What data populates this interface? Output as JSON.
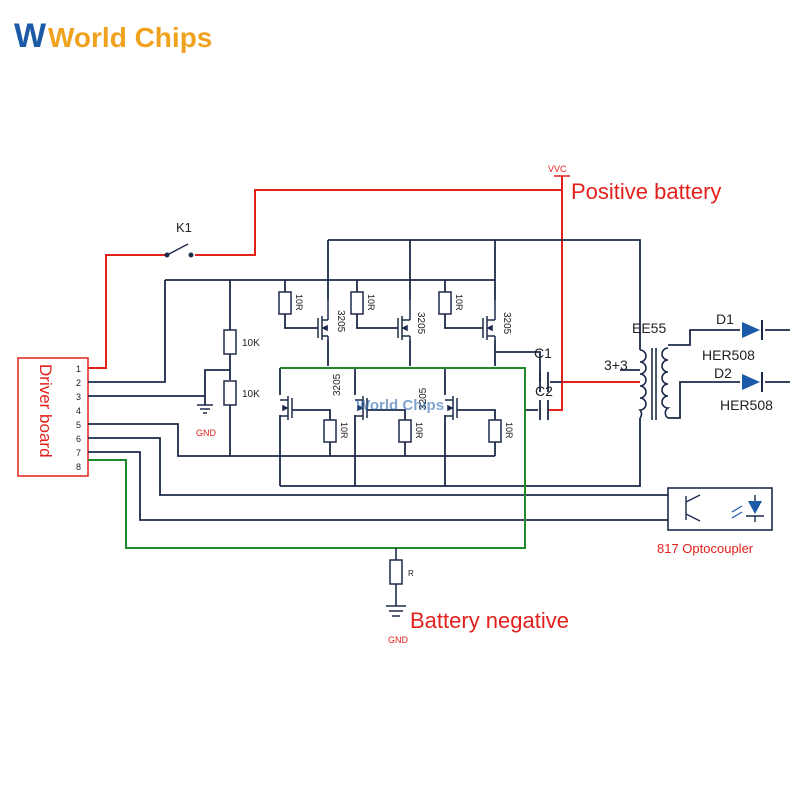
{
  "logo": {
    "text": "World Chips",
    "primary_color": "#1a5aa6",
    "accent_color": "#f0a21e"
  },
  "schematic": {
    "vcc_label": "VVC",
    "positive_battery": "Positive battery",
    "battery_negative": "Battery negative",
    "switch_label": "K1",
    "driver_board": "Driver board",
    "driver_pins": [
      "1",
      "2",
      "3",
      "4",
      "5",
      "6",
      "7",
      "8"
    ],
    "gnd_top": "GND",
    "gnd_bottom": "GND",
    "r_10k_a": "10K",
    "r_10k_b": "10K",
    "r_top": [
      "10R",
      "10R",
      "10R"
    ],
    "r_bottom": [
      "10R",
      "10R",
      "10R"
    ],
    "mosfet_top": [
      "3205",
      "3205",
      "3205"
    ],
    "mosfet_bottom": [
      "3205",
      "3205"
    ],
    "cap_c1": "C1",
    "cap_c2": "C2",
    "transformer": "EE55",
    "turns": "3+3",
    "diode_d1": "D1",
    "diode_d2": "D2",
    "diode_part_1": "HER508",
    "diode_part_2": "HER508",
    "optocoupler": "817 Optocoupler",
    "shunt_label": "R",
    "watermark": "World Chips"
  },
  "colors": {
    "wire": "#1c2a4a",
    "positive": "#e2211c",
    "negative": "#1f8a2a",
    "driver_box": "#e2211c",
    "text_red": "#e2211c",
    "diode_fill": "#1a5aa6"
  }
}
